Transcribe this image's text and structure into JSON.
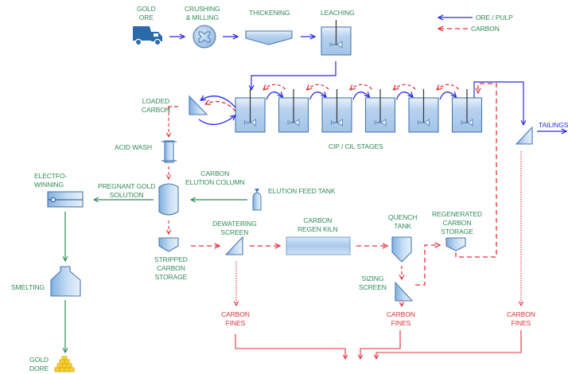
{
  "title": "Gold CIP / CIL process flow diagram",
  "colors": {
    "label_green": "#2e8b57",
    "ore_pulp_blue": "#2b2bdf",
    "carbon_red": "#e0303a",
    "vessel_fill": "#a9c9ea",
    "vessel_stroke": "#4a78b0",
    "truck_blue": "#2a6aa8",
    "gold_yellow": "#f2c200",
    "solution_green": "#2e8b57"
  },
  "legend": {
    "items": [
      {
        "line_style": "solid",
        "color": "#2b2bdf",
        "label": "ORE / PULP"
      },
      {
        "line_style": "dashed",
        "color": "#e0303a",
        "label": "CARBON"
      }
    ]
  },
  "nodes": {
    "gold_ore": {
      "label": [
        "GOLD",
        "ORE"
      ],
      "icon": "dump-truck-icon"
    },
    "crushing": {
      "label": [
        "CRUSHING",
        "& MILLING"
      ],
      "icon": "mill-icon"
    },
    "thickening": {
      "label": [
        "THICKENING"
      ],
      "icon": "thickener-icon"
    },
    "leaching": {
      "label": [
        "LEACHING"
      ],
      "icon": "agitated-tank-icon"
    },
    "loaded_carbon": {
      "label": [
        "LOADED",
        "CARBON"
      ],
      "icon": "screen-icon"
    },
    "cip_stages": {
      "label": [
        "CIP / CIL STAGES"
      ],
      "tank_count": 6
    },
    "tailings": {
      "label": [
        "TAILINGS"
      ],
      "icon": "screen-icon"
    },
    "acid_wash": {
      "label": [
        "ACID WASH"
      ],
      "icon": "column-icon"
    },
    "elution_column": {
      "label": [
        "CARBON",
        "ELUTION COLUMN"
      ],
      "icon": "vessel-icon"
    },
    "elution_feed_tank": {
      "label": [
        "ELUTION FEED TANK"
      ],
      "icon": "feed-tank-icon"
    },
    "pregnant_solution": {
      "label": [
        "PREGNANT GOLD",
        "SOLUTION"
      ]
    },
    "electrowinning": {
      "label": [
        "ELECTFO-",
        "WINNING"
      ],
      "icon": "electrowinning-cell-icon"
    },
    "smelting": {
      "label": [
        "SMELTING"
      ],
      "icon": "furnace-icon"
    },
    "gold_dore": {
      "label": [
        "GOLD",
        "DORE"
      ],
      "icon": "gold-bars-icon"
    },
    "stripped_storage": {
      "label": [
        "STRIPPED",
        "CARBON",
        "STORAGE"
      ],
      "icon": "hopper-icon"
    },
    "dewatering_screen": {
      "label": [
        "DEWATERING",
        "SCREEN"
      ],
      "icon": "screen-icon"
    },
    "regen_kiln": {
      "label": [
        "CARBON",
        "REGEN KILN"
      ],
      "icon": "kiln-icon"
    },
    "quench_tank": {
      "label": [
        "QUENCH",
        "TANK"
      ],
      "icon": "hopper-icon"
    },
    "regen_storage": {
      "label": [
        "REGENERATED",
        "CARBON",
        "STORAGE"
      ],
      "icon": "hopper-icon"
    },
    "sizing_screen": {
      "label": [
        "SIZING",
        "SCREEN"
      ],
      "icon": "screen-icon"
    },
    "fines_1": {
      "label": [
        "CARBON",
        "FINES"
      ]
    },
    "fines_2": {
      "label": [
        "CARBON",
        "FINES"
      ]
    },
    "fines_3": {
      "label": [
        "CARBON",
        "FINES"
      ]
    }
  }
}
